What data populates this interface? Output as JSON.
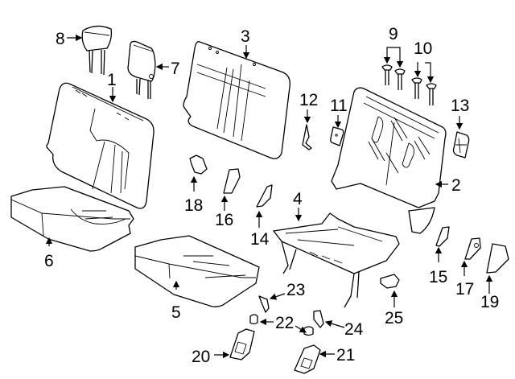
{
  "diagram": {
    "title": "Rear seat components exploded view",
    "line_color": "#000000",
    "background": "#ffffff",
    "callouts": [
      {
        "id": "1",
        "label": "1",
        "part": "seat-back-left"
      },
      {
        "id": "2",
        "label": "2",
        "part": "seat-back-frame"
      },
      {
        "id": "3",
        "label": "3",
        "part": "seat-back-right"
      },
      {
        "id": "4",
        "label": "4",
        "part": "cushion-frame"
      },
      {
        "id": "5",
        "label": "5",
        "part": "cushion-right"
      },
      {
        "id": "6",
        "label": "6",
        "part": "cushion-left"
      },
      {
        "id": "7",
        "label": "7",
        "part": "headrest-center"
      },
      {
        "id": "8",
        "label": "8",
        "part": "headrest-outer"
      },
      {
        "id": "9",
        "label": "9",
        "part": "headrest-guide-pair-a"
      },
      {
        "id": "10",
        "label": "10",
        "part": "headrest-guide-pair-b"
      },
      {
        "id": "11",
        "label": "11",
        "part": "release-bezel"
      },
      {
        "id": "12",
        "label": "12",
        "part": "latch-cable"
      },
      {
        "id": "13",
        "label": "13",
        "part": "striker-cover"
      },
      {
        "id": "14",
        "label": "14",
        "part": "hinge-cover-inner"
      },
      {
        "id": "15",
        "label": "15",
        "part": "hinge-cover-outer"
      },
      {
        "id": "16",
        "label": "16",
        "part": "trim-cover-a"
      },
      {
        "id": "17",
        "label": "17",
        "part": "trim-cover-b"
      },
      {
        "id": "18",
        "label": "18",
        "part": "latch-bracket"
      },
      {
        "id": "19",
        "label": "19",
        "part": "side-shield"
      },
      {
        "id": "20",
        "label": "20",
        "part": "anchor-cover-left"
      },
      {
        "id": "21",
        "label": "21",
        "part": "anchor-cover-right"
      },
      {
        "id": "22",
        "label": "22",
        "part": "cap"
      },
      {
        "id": "23",
        "label": "23",
        "part": "clip-a"
      },
      {
        "id": "24",
        "label": "24",
        "part": "clip-b"
      },
      {
        "id": "25",
        "label": "25",
        "part": "bumper"
      }
    ]
  }
}
